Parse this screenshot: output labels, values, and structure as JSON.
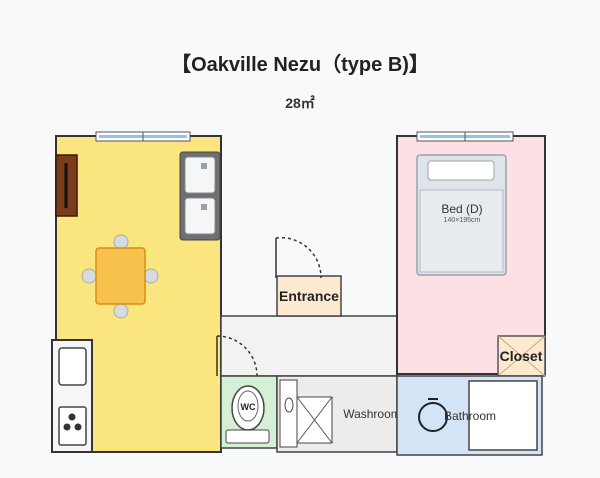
{
  "title": "【Oakville Nezu（type B)】",
  "area": "28㎡",
  "rooms": {
    "entrance": "Entrance",
    "bed": "Bed (D)",
    "bed_size": "140×195cm",
    "closet": "Closet",
    "wc": "WC",
    "washroom": "Washroom",
    "bathroom": "Bathroom"
  },
  "colors": {
    "main_room": "#fbe57e",
    "bedroom": "#fde0e3",
    "entrance": "#fde9cf",
    "wc": "#d6f0d6",
    "bathroom": "#d3e4f7",
    "washroom": "#ececec",
    "hall": "#f2f2f2"
  }
}
